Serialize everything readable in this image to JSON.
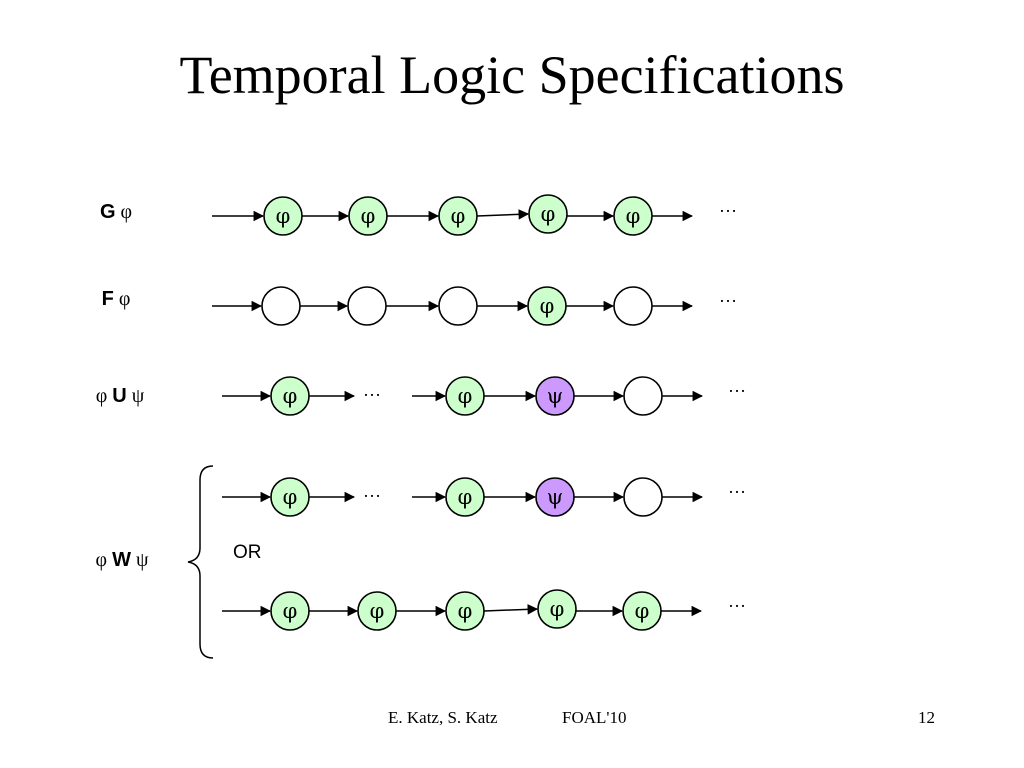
{
  "slide": {
    "title": "Temporal Logic Specifications",
    "footer_authors": "E. Katz, S. Katz",
    "footer_venue": "FOAL'10",
    "slide_number": "12"
  },
  "colors": {
    "phi_fill": "#ccffcc",
    "psi_fill": "#cc99ff",
    "empty_fill": "#ffffff"
  },
  "rows": [
    {
      "id": "G",
      "parts": [
        {
          "t": "G",
          "b": true
        },
        {
          "t": " φ",
          "b": false
        }
      ],
      "seq": [
        {
          "t": "n",
          "s": "φ",
          "f": "phi"
        },
        {
          "t": "n",
          "s": "φ",
          "f": "phi"
        },
        {
          "t": "n",
          "s": "φ",
          "f": "phi"
        },
        {
          "t": "n",
          "s": "φ",
          "f": "phi"
        },
        {
          "t": "n",
          "s": "φ",
          "f": "phi"
        }
      ],
      "trail": "…"
    },
    {
      "id": "F",
      "parts": [
        {
          "t": "F",
          "b": true
        },
        {
          "t": " φ",
          "b": false
        }
      ],
      "seq": [
        {
          "t": "n",
          "s": "",
          "f": "empty"
        },
        {
          "t": "n",
          "s": "",
          "f": "empty"
        },
        {
          "t": "n",
          "s": "",
          "f": "empty"
        },
        {
          "t": "n",
          "s": "φ",
          "f": "phi"
        },
        {
          "t": "n",
          "s": "",
          "f": "empty"
        }
      ],
      "trail": "…"
    },
    {
      "id": "U",
      "parts": [
        {
          "t": "φ ",
          "b": false
        },
        {
          "t": "U",
          "b": true
        },
        {
          "t": " ψ",
          "b": false
        }
      ],
      "seq": [
        {
          "t": "n",
          "s": "φ",
          "f": "phi"
        },
        {
          "t": "dots",
          "s": "…"
        },
        {
          "t": "n",
          "s": "φ",
          "f": "phi"
        },
        {
          "t": "n",
          "s": "ψ",
          "f": "psi"
        },
        {
          "t": "n",
          "s": "",
          "f": "empty"
        }
      ],
      "trail": "…"
    },
    {
      "id": "W1",
      "parts": [],
      "seq": [
        {
          "t": "n",
          "s": "φ",
          "f": "phi"
        },
        {
          "t": "dots",
          "s": "…"
        },
        {
          "t": "n",
          "s": "φ",
          "f": "phi"
        },
        {
          "t": "n",
          "s": "ψ",
          "f": "psi"
        },
        {
          "t": "n",
          "s": "",
          "f": "empty"
        }
      ],
      "trail": "…"
    },
    {
      "id": "W2",
      "parts": [],
      "seq": [
        {
          "t": "n",
          "s": "φ",
          "f": "phi"
        },
        {
          "t": "n",
          "s": "φ",
          "f": "phi"
        },
        {
          "t": "n",
          "s": "φ",
          "f": "phi"
        },
        {
          "t": "n",
          "s": "φ",
          "f": "phi"
        },
        {
          "t": "n",
          "s": "φ",
          "f": "phi"
        }
      ],
      "trail": "…"
    }
  ],
  "weak_until": {
    "parts": [
      {
        "t": "φ ",
        "b": false
      },
      {
        "t": "W",
        "b": true
      },
      {
        "t": " ψ",
        "b": false
      }
    ],
    "or_label": "OR"
  }
}
